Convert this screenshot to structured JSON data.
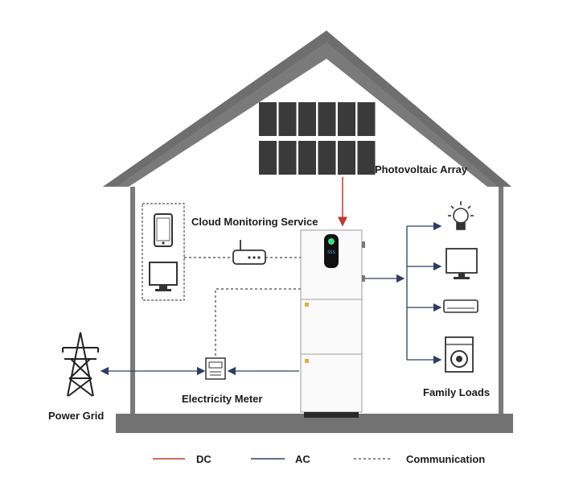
{
  "labels": {
    "pv_array": "Photovoltaic Array",
    "cloud": "Cloud Monitoring Service",
    "meter": "Electricity Meter",
    "grid": "Power Grid",
    "loads": "Family Loads"
  },
  "legend": {
    "dc": "DC",
    "ac": "AC",
    "communication": "Communication"
  },
  "battery_display": "SSS",
  "colors": {
    "dc": "#c0392b",
    "ac": "#2c3e66",
    "communication": "#444444",
    "house_outline": "#6b6b6b",
    "panel": "#3a3a3a"
  }
}
